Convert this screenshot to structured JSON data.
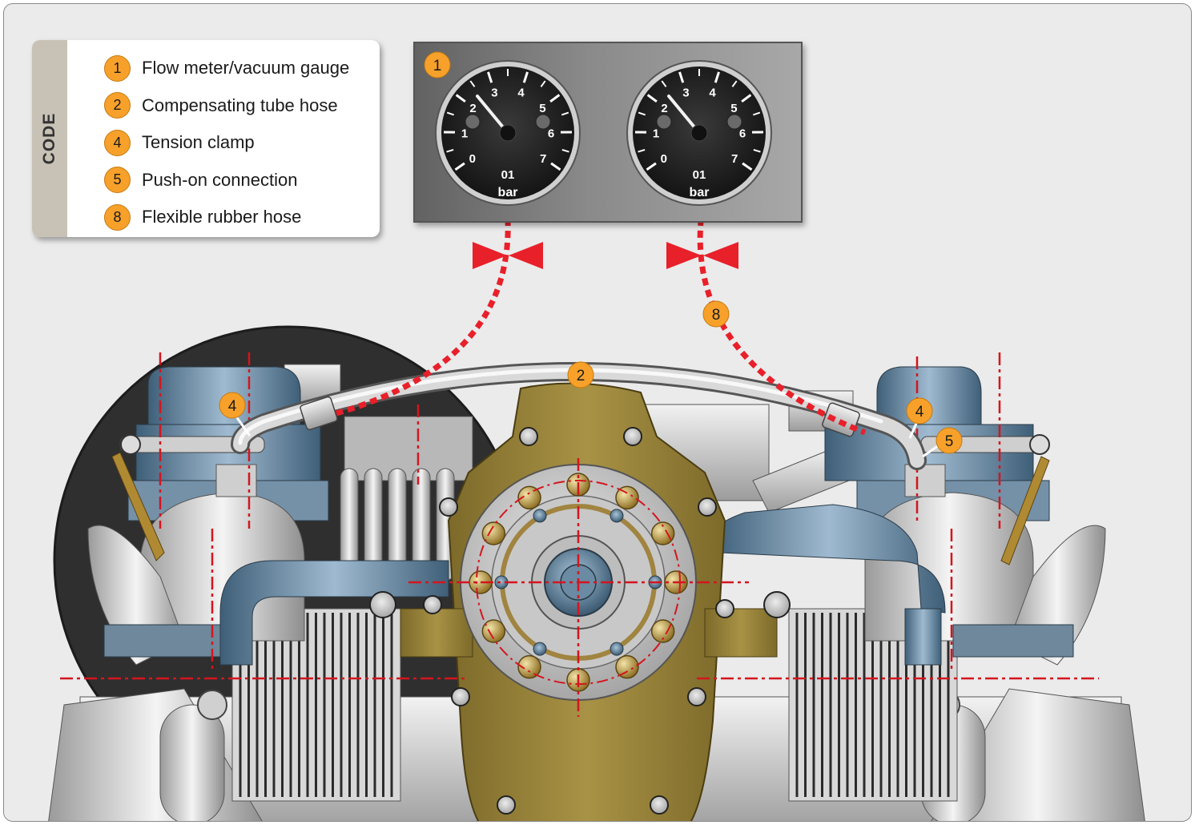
{
  "legend": {
    "title": "CODE",
    "items": [
      {
        "code": "1",
        "label": "Flow meter/vacuum gauge"
      },
      {
        "code": "2",
        "label": "Compensating tube hose"
      },
      {
        "code": "4",
        "label": "Tension clamp"
      },
      {
        "code": "5",
        "label": "Push-on connection"
      },
      {
        "code": "8",
        "label": "Flexible rubber hose"
      }
    ]
  },
  "gauges": {
    "panel_callout": "1",
    "scale": [
      "0",
      "1",
      "2",
      "3",
      "4",
      "5",
      "6",
      "7"
    ],
    "range_label": "01",
    "unit": "bar"
  },
  "callouts": {
    "hose_top": "2",
    "clamp_left": "4",
    "clamp_right": "4",
    "push_on": "5",
    "rubber_hose": "8"
  },
  "colors": {
    "callout_orange": "#f7a12b",
    "hose_red": "#e8202a",
    "engine_bronze": "#9a8236",
    "steel_blue": "#6b8aa3"
  }
}
